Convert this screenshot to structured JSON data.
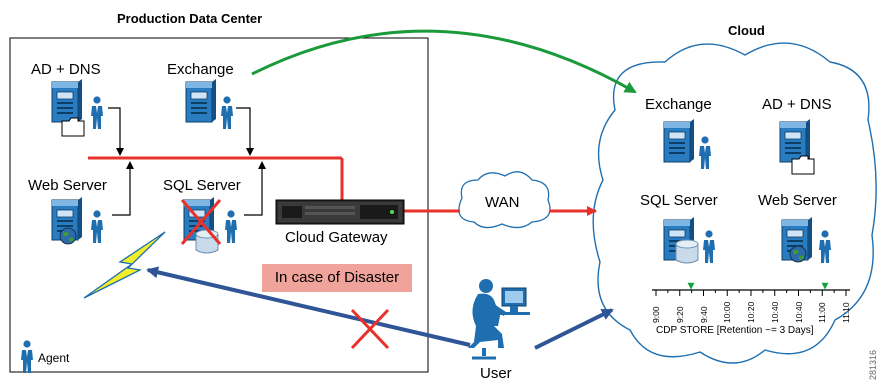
{
  "titles": {
    "production": "Production Data Center",
    "cloud": "Cloud"
  },
  "production_nodes": {
    "ad_dns": "AD + DNS",
    "exchange": "Exchange",
    "web_server": "Web Server",
    "sql_server": "SQL Server",
    "cloud_gateway": "Cloud Gateway"
  },
  "cloud_nodes": {
    "exchange": "Exchange",
    "ad_dns": "AD + DNS",
    "sql_server": "SQL Server",
    "web_server": "Web Server"
  },
  "wan": "WAN",
  "disaster": "In case of Disaster",
  "agent": "Agent",
  "user": "User",
  "cdp_store": "CDP STORE [Retention ~= 3 Days]",
  "timeline_ticks": [
    "9:00",
    "9:20",
    "9:40",
    "10:00",
    "10:20",
    "10:40",
    "10:40",
    "11:00",
    "11:10"
  ],
  "figure_id": "281316",
  "colors": {
    "red_line": "#e8312a",
    "blue_arrow": "#2f5597",
    "green_arrow": "#1a9a3a",
    "disaster_box": "#f0a39b",
    "server_blue": "#1f6fb0"
  }
}
